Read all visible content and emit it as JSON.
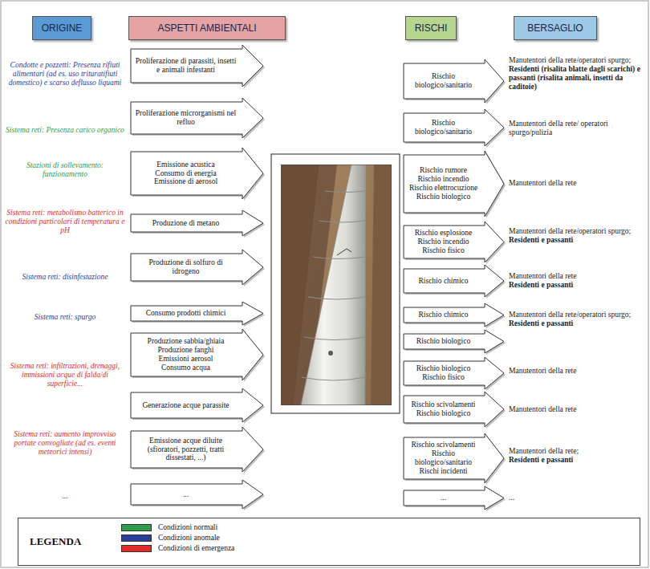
{
  "diagram": {
    "nodes": [
      {
        "text": [
          "ORIGINE"
        ]
      },
      {
        "text": [
          "ASPETTI AMBIENTALI"
        ]
      },
      {
        "text": [
          "RISCHI"
        ]
      },
      {
        "text": [
          "BERSAGLIO"
        ]
      },
      {
        "text": [
          "Proliferazione di parassiti, insetti e animali infestanti"
        ]
      },
      {
        "text": [
          "Proliferazione microrganismi nel refluo"
        ]
      },
      {
        "text": [
          "Emissione acustica",
          "Consumo di energia",
          "Emissione di aerosol"
        ]
      },
      {
        "text": [
          "Produzione di metano"
        ]
      },
      {
        "text": [
          "Produzione di solfuro di idrogeno"
        ]
      },
      {
        "text": [
          "Consumo prodotti chimici"
        ]
      },
      {
        "text": [
          "Produzione sabbia/ghiaia",
          "Produzione fanghi",
          "Emissioni aerosol",
          "Consumo acqua"
        ]
      },
      {
        "text": [
          "Generazione acque parassite"
        ]
      },
      {
        "text": [
          "Emissione acque diluite (sfioratori, pozzetti, tratti dissestati, ...)"
        ]
      },
      {
        "text": [
          "..."
        ]
      },
      {
        "text": [
          "Rischio biologico/sanitario"
        ]
      },
      {
        "text": [
          "Rischio biologico/sanitario"
        ]
      },
      {
        "text": [
          "Rischio rumore",
          "Rischio incendio",
          "Rischio elettrocuzione",
          "Rischio biologico"
        ]
      },
      {
        "text": [
          "Rischio esplosione",
          "Rischio incendio",
          "Rischio fisico"
        ]
      },
      {
        "text": [
          "Rischio chimico"
        ]
      },
      {
        "text": [
          "Rischio chimico"
        ]
      },
      {
        "text": [
          "Rischio biologico"
        ]
      },
      {
        "text": [
          "Rischio biologico",
          "Rischio fisico"
        ]
      },
      {
        "text": [
          "Rischio scivolamenti",
          "Rischio biologico"
        ]
      },
      {
        "text": [
          "Rischio scivolamenti",
          "Rischio biologico/sanitario",
          "Rischi incidenti"
        ]
      },
      {
        "text": [
          "..."
        ]
      },
      {
        "text": [
          "LEGENDA"
        ]
      }
    ],
    "labels": [
      "Condotte e pozzetti: Presenza rifiuti alimentari (ad es. uso trituratifiuti domestico) e scarso deflusso liquami",
      "Sistema reti: Presenza carico organico",
      "Stazioni di sollevamento: funzionamento",
      "Sistema reti: metabolismo batterico in condizioni particolari di temperatura e pH",
      "Sistema reti: disinfestazione",
      "Sistema reti: spurgo",
      "Sistema reti: infiltrazioni, drenaggi, immissioni acque di falda/di superficie...",
      "Sistema reti: aumento improvviso portate convogliate (ad es. eventi meteorici intensi)",
      "...",
      "Manutentori della rete/operatori spurgo;",
      "Residenti (risalita blatte dagli scarichi) e passanti (risalita animali, insetti da caditoie)",
      "Manutentori della rete/ operatori spurgo/pulizia",
      "Manutentori della rete",
      "Manutentori della rete/operatori spurgo;",
      "Residenti e passanti",
      "Manutentori della rete",
      "Residenti e passanti",
      "Manutentori della rete/operatori spurgo;",
      "Residenti e passanti",
      "Manutentori della rete",
      "Manutentori della rete",
      "Manutentori della rete;",
      "Residenti e passanti",
      "..."
    ],
    "legend": [
      {
        "text": "Condizioni normali",
        "color": "#2e9d4a"
      },
      {
        "text": "Condizioni anomale",
        "color": "#2a3d9a"
      },
      {
        "text": "Condizioni di emergenza",
        "color": "#e32b2b"
      }
    ]
  }
}
